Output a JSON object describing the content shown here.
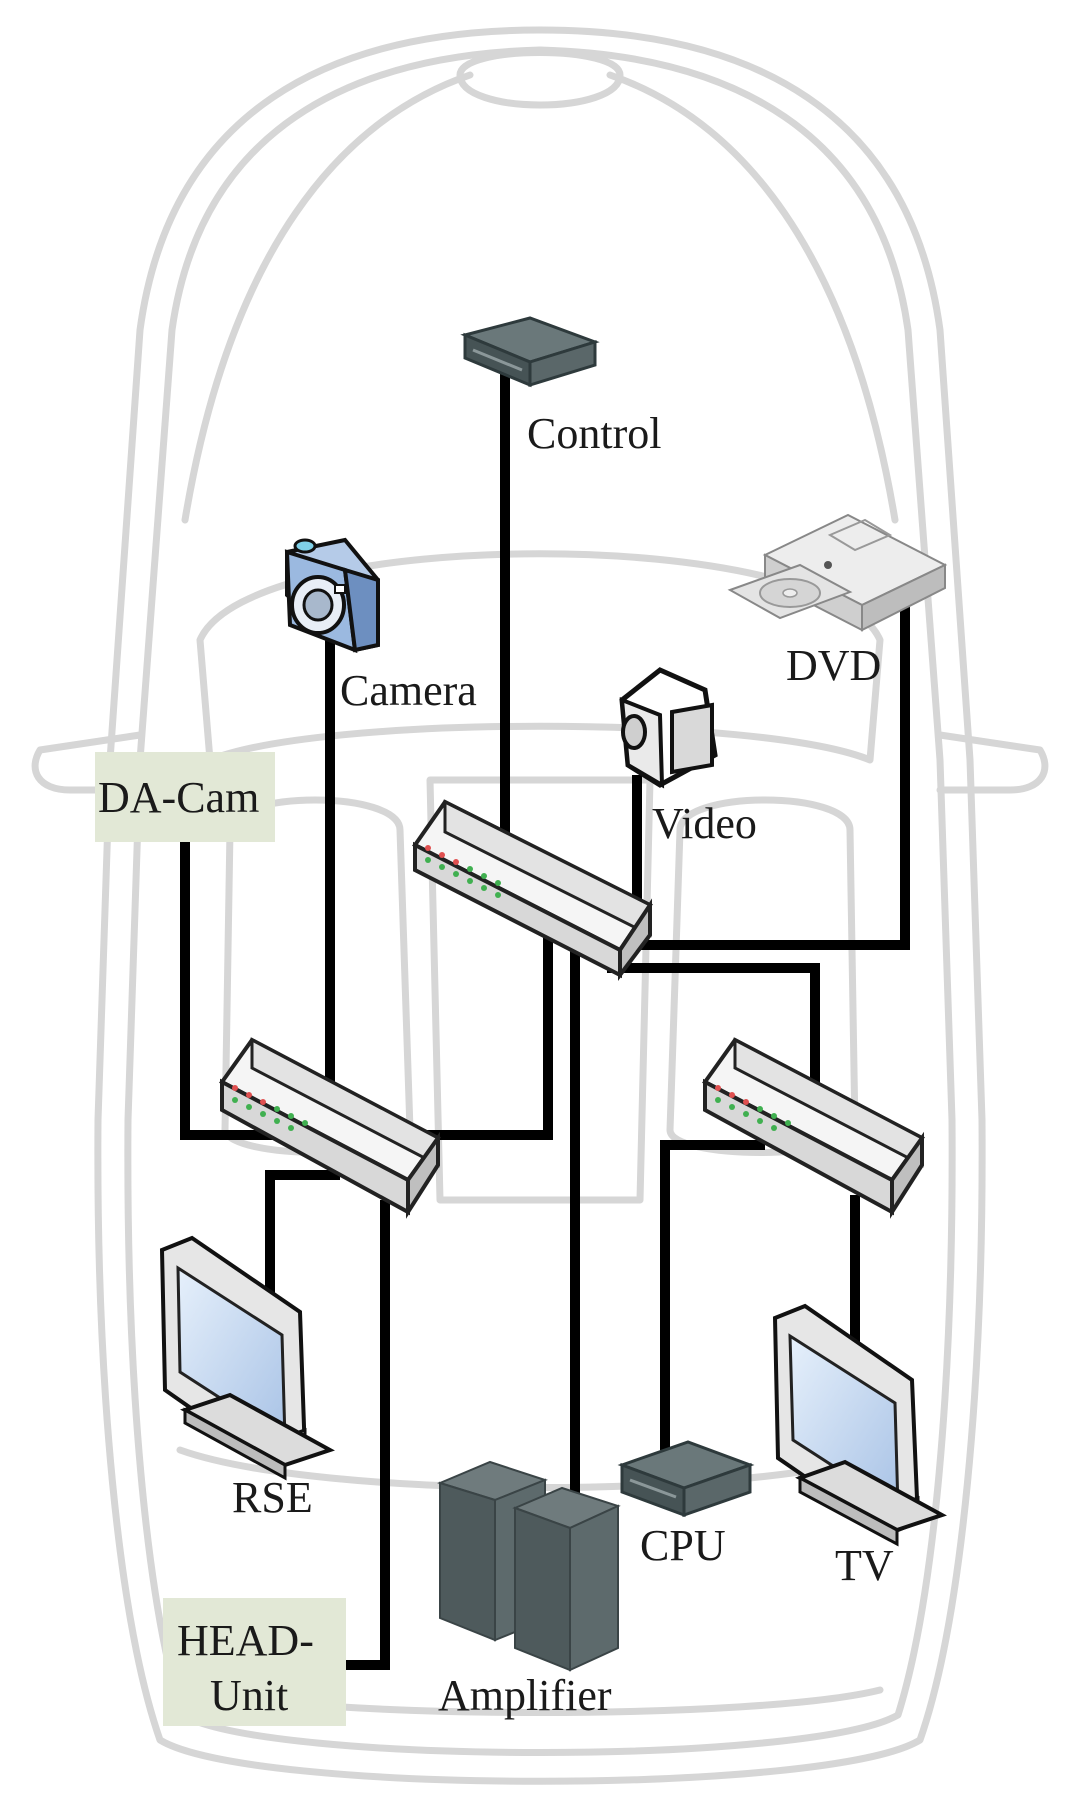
{
  "labels": {
    "control": "Control",
    "camera": "Camera",
    "dvd": "DVD",
    "video": "Video",
    "da_cam": "DA-Cam",
    "rse": "RSE",
    "amplifier": "Amplifier",
    "cpu": "CPU",
    "tv": "TV",
    "head_unit_line1": "HEAD-",
    "head_unit_line2": "Unit"
  },
  "icons": {
    "control": "network-box-icon",
    "camera": "camera-icon",
    "dvd": "dvd-player-icon",
    "video": "video-camera-icon",
    "switch": "network-switch-icon",
    "monitor": "monitor-icon",
    "amplifier": "amplifier-tower-icon",
    "cpu": "cpu-box-icon"
  },
  "colors": {
    "wire": "#000000",
    "car_outline": "#d3d3d3",
    "label_box": "#e2e8d6",
    "device_dark": "#4e5a5c",
    "device_light": "#f0f0f0",
    "camera_blue": "#9bb9e0"
  }
}
